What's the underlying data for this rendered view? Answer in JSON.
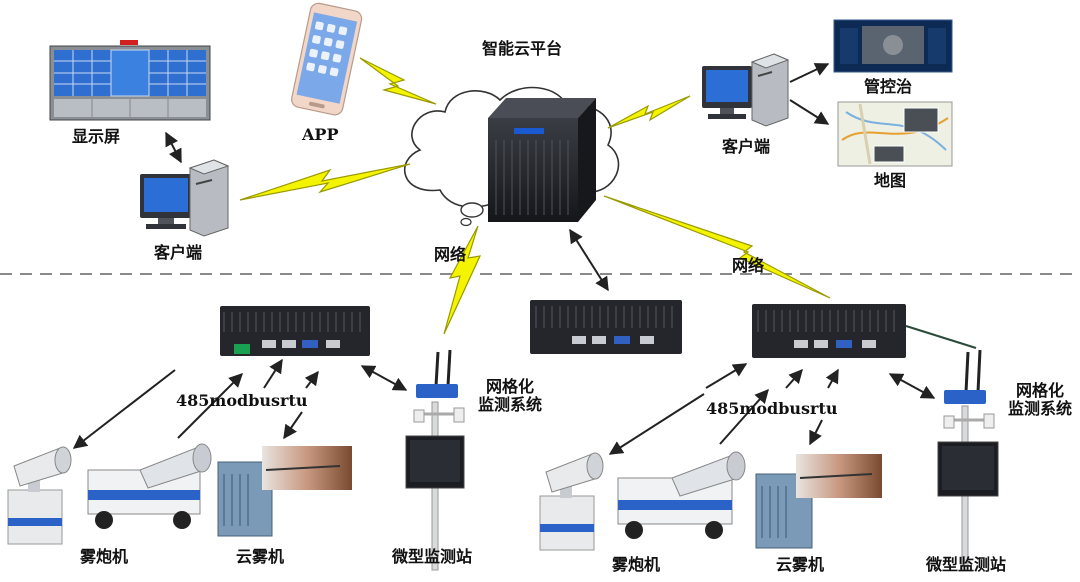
{
  "labels": {
    "cloud_platform": "智能云平台",
    "app": "APP",
    "display": "显示屏",
    "client_left": "客户端",
    "client_right": "客户端",
    "management": "管控治",
    "map": "地图",
    "network_left": "网络",
    "network_right": "网络",
    "protocol_left": "485modbusrtu",
    "protocol_right": "485modbusrtu",
    "grid_monitor_left": "网格化\n监测系统",
    "grid_monitor_right": "网格化\n监测系统",
    "fog_cannon_left": "雾炮机",
    "cloud_mist_left": "云雾机",
    "micro_station_left": "微型监测站",
    "fog_cannon_right": "雾炮机",
    "cloud_mist_right": "云雾机",
    "micro_station_right": "微型监测站"
  },
  "colors": {
    "lightning_fill": "#f4f400",
    "lightning_stroke": "#9a9a00",
    "arrow": "#222222",
    "dash": "#8a8a8a",
    "server": "#222428",
    "cabinet_screen": "#1a5ad0",
    "monitor_screen": "#2b6fd6"
  }
}
